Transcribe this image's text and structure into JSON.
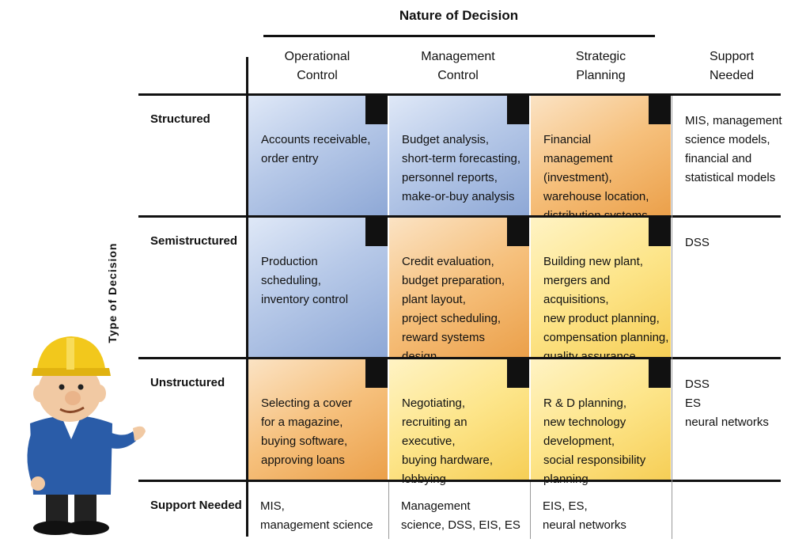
{
  "title": "Nature of Decision",
  "vertical_label": "Type of Decision",
  "columns": [
    "Operational\nControl",
    "Management\nControl",
    "Strategic\nPlanning",
    "Support\nNeeded"
  ],
  "rows": [
    {
      "label": "Structured",
      "cells": [
        "Accounts receivable,\norder entry",
        "Budget analysis,\nshort-term forecasting,\npersonnel reports,\nmake-or-buy analysis",
        "Financial\nmanagement\n(investment),\nwarehouse location,\ndistribution systems"
      ],
      "support": "MIS, management\nscience models,\nfinancial and\nstatistical models"
    },
    {
      "label": "Semistructured",
      "cells": [
        "Production\nscheduling,\ninventory control",
        "Credit evaluation,\nbudget preparation,\nplant layout,\nproject scheduling,\nreward systems design",
        "Building new plant,\nmergers and acquisitions,\nnew product planning,\ncompensation planning,\nquality assurance\nplanning"
      ],
      "support": "DSS"
    },
    {
      "label": "Unstructured",
      "cells": [
        "Selecting a cover\nfor a magazine,\nbuying software,\napproving loans",
        "Negotiating,\nrecruiting an executive,\nbuying hardware,\nlobbying",
        "R & D planning,\nnew technology\ndevelopment,\nsocial responsibility\nplanning"
      ],
      "support": "DSS\nES\nneural networks"
    }
  ],
  "bottom_row": {
    "label": "Support Needed",
    "cells": [
      "MIS,\nmanagement science",
      "Management\nscience, DSS, EIS, ES",
      "EIS, ES,\nneural networks"
    ]
  },
  "colors": {
    "blue": "#a9bfe3",
    "orange": "#f2b465",
    "yellow": "#fbdc74"
  },
  "illustration": "construction-worker-character-icon"
}
